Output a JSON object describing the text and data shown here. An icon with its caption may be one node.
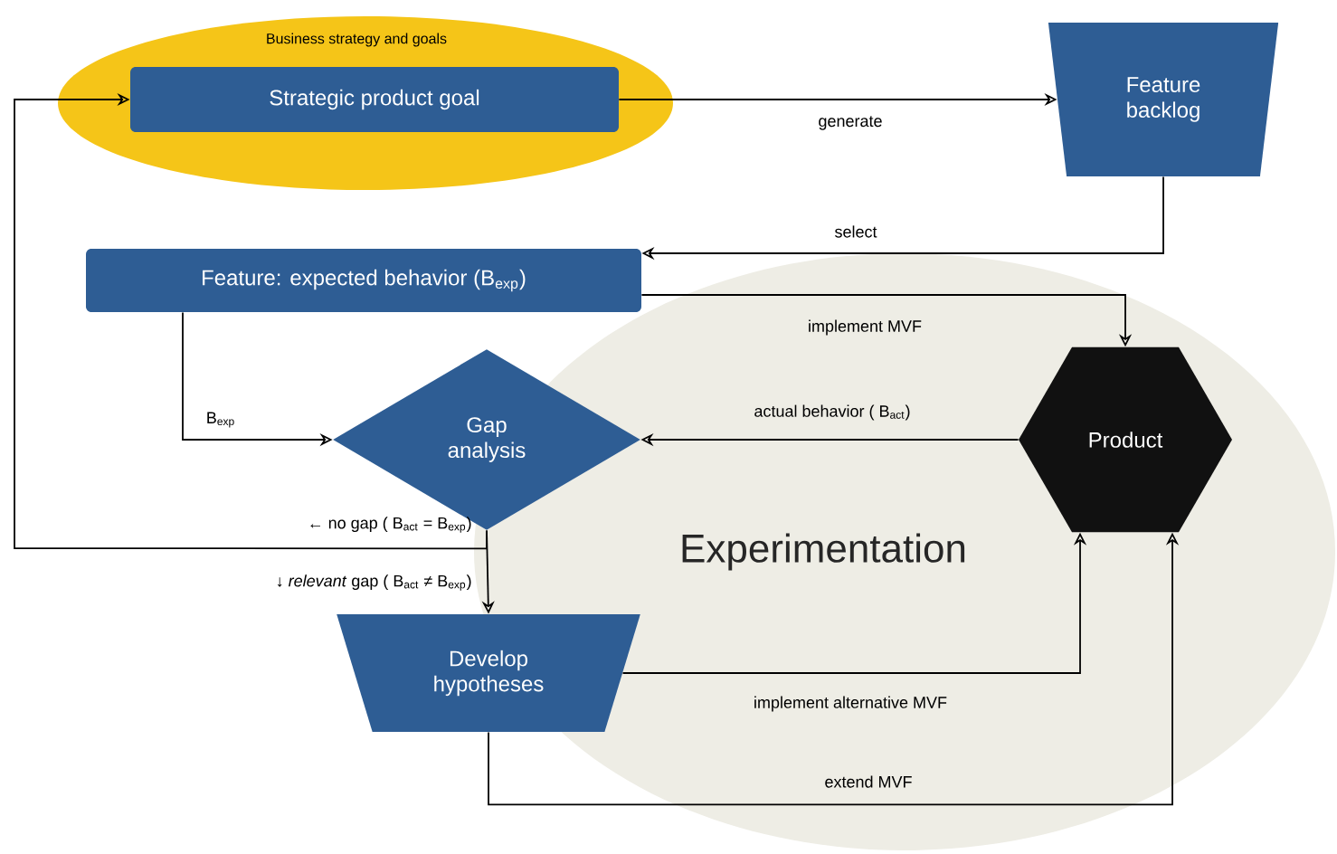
{
  "diagram": {
    "nodes": [
      {
        "text": [
          "Business strategy and goals"
        ]
      },
      {
        "text": [
          "Strategic product goal"
        ],
        "in": 0
      },
      {
        "text": [
          "Feature backlog"
        ]
      },
      {
        "text": [
          "Feature: expected behavior (B$_{exp}$)"
        ]
      },
      {
        "text": [
          "Gap analysis"
        ]
      },
      {
        "text": [
          "Experimentation"
        ]
      },
      {
        "text": [
          "Product"
        ],
        "in": 5
      },
      {
        "text": [
          "Develop hypotheses"
        ]
      }
    ],
    "edges": [
      {
        "from": 1,
        "to": 2,
        "arrow": "to",
        "label": "generate"
      },
      {
        "from": 2,
        "to": 3,
        "arrow": "to",
        "label": "select"
      },
      {
        "from": 3,
        "to": 6,
        "arrow": "to",
        "label": "implement MVF"
      },
      {
        "from": 3,
        "to": 4,
        "arrow": "to",
        "label": "B$_{exp}$"
      },
      {
        "from": 6,
        "to": 4,
        "arrow": "to",
        "label": "actual behavior (  B$_{act}$)"
      },
      {
        "from": 4,
        "to": 1,
        "arrow": "to",
        "label": "← no gap ( B$_{act}$ = B$_{exp}$)"
      },
      {
        "from": 4,
        "to": 7,
        "arrow": "to",
        "label": "↓ *relevant*  gap ( B$_{act}$ ≠ B$_{exp}$)"
      },
      {
        "from": 7,
        "to": 6,
        "arrow": "to",
        "label": "implement alternative MVF"
      },
      {
        "from": 7,
        "to": 6,
        "arrow": "to",
        "label": "extend MVF"
      }
    ]
  }
}
